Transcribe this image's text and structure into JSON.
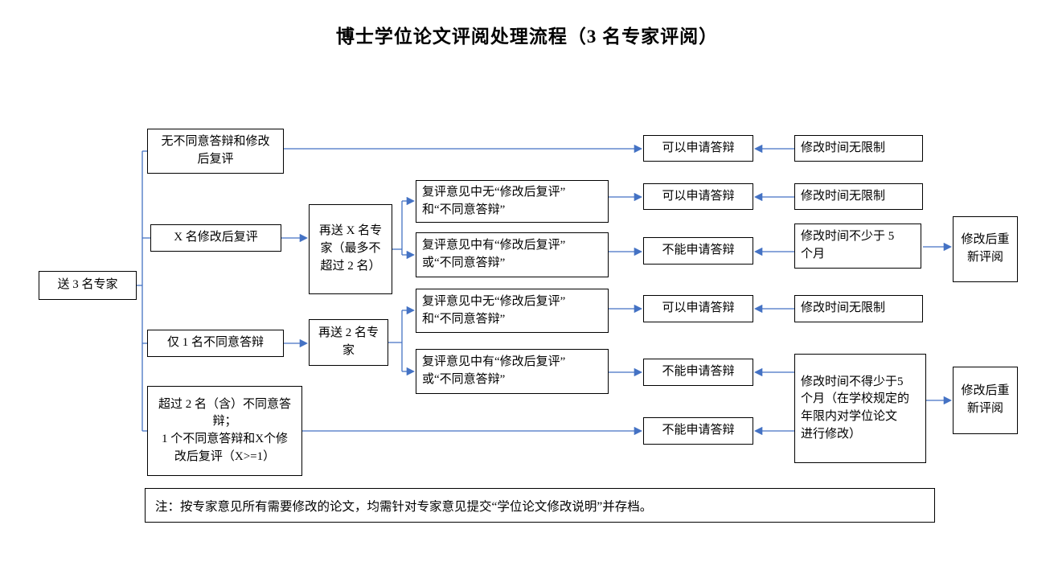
{
  "title": "博士学位论文评阅处理流程（3 名专家评阅）",
  "colors": {
    "arrow": "#4472C4",
    "box_border": "#000000",
    "text": "#000000",
    "background": "#FFFFFF"
  },
  "nodes": {
    "start": "送 3 名专家",
    "cond_all_agree": "无不同意答辩和修改\n后复评",
    "cond_x_revise": "X 名修改后复评",
    "cond_one_disagree": "仅 1 名不同意答辩",
    "cond_over_two": "超过 2 名（含）不同意答\n辩；\n1 个不同意答辩和X个修\n改后复评（X>=1）",
    "resend_x": "再送 X 名专\n家（最多不\n超过 2 名）",
    "resend_two": "再送 2 名专\n家",
    "review_without": "复评意见中无“修改后复评”\n和“不同意答辩”",
    "review_with": "复评意见中有“修改后复评”\n或“不同意答辩”",
    "can_apply": "可以申请答辩",
    "cannot_apply": "不能申请答辩",
    "no_time_limit": "修改时间无限制",
    "min_5_months": "修改时间不少于 5\n个月",
    "min_5_months_detail": "修改时间不得少于5\n个月（在学校规定的\n年限内对学位论文\n进行修改）",
    "rereview": "修改后重\n新评阅"
  },
  "note": "注：按专家意见所有需要修改的论文，均需针对专家意见提交“学位论文修改说明”并存档。"
}
